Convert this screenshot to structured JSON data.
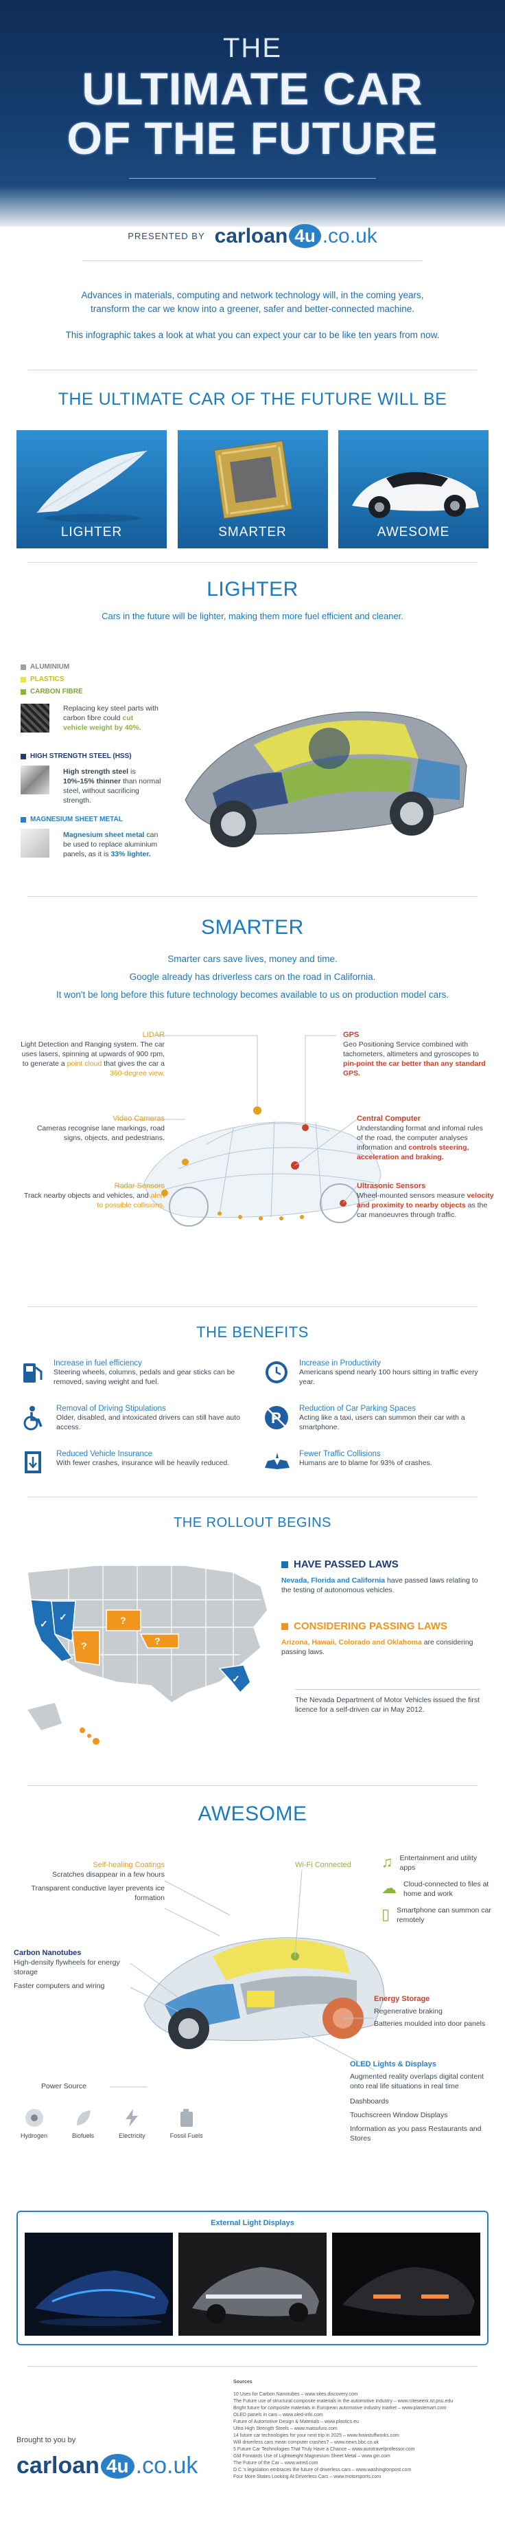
{
  "header": {
    "title_line1": "THE",
    "title_line2": "ULTIMATE CAR",
    "title_line3": "OF THE FUTURE",
    "presented_by": "PRESENTED BY",
    "logo": {
      "part1": "carloan",
      "part2": "4u",
      "part3": ".co.uk"
    }
  },
  "intro": {
    "p1": "Advances in materials, computing and network technology will, in the coming years, transform the car we know into a greener, safer and better-connected machine.",
    "p2": "This infographic takes a look at what you can expect your car to be like ten years from now."
  },
  "will_be": {
    "title": "THE ULTIMATE CAR OF THE FUTURE WILL BE",
    "tiles": [
      "LIGHTER",
      "SMARTER",
      "AWESOME"
    ]
  },
  "lighter": {
    "title": "LIGHTER",
    "subtitle": "Cars in the future will be lighter, making them more fuel efficient and cleaner.",
    "legend": [
      {
        "label": "ALUMINIUM",
        "color": "#9aa3ab"
      },
      {
        "label": "PLASTICS",
        "color": "#e8e34a"
      },
      {
        "label": "CARBON FIBRE",
        "color": "#8bb63a"
      }
    ],
    "carbon_text_a": "Replacing key steel parts with carbon fibre could ",
    "carbon_text_b": "cut vehicle weight by 40%.",
    "hss_title": "HIGH STRENGTH STEEL (HSS)",
    "hss_a": "High strength steel",
    "hss_b": " is ",
    "hss_c": "10%-15% thinner",
    "hss_d": " than normal steel, without sacrificing strength.",
    "mag_title": "MAGNESIUM SHEET METAL",
    "mag_a": "Magnesium sheet metal",
    "mag_b": " can be used to replace aluminium panels, as it is ",
    "mag_c": "33% lighter."
  },
  "smarter": {
    "title": "SMARTER",
    "line1": "Smarter cars save lives, money and time.",
    "line2": "Google already has driverless cars on the road in California.",
    "line3": "It won't be long before this future technology becomes available to us on production model cars.",
    "lidar_title": "LIDAR",
    "lidar_a": "Light Detection and Ranging system. The car uses lasers, spinning at upwards of 900 rpm, to generate a ",
    "lidar_b": "point cloud",
    "lidar_c": " that gives the car a ",
    "lidar_d": "360-degree view.",
    "video_title": "Video Cameras",
    "video_text": "Cameras recognise lane markings, road signs, objects, and pedestrians.",
    "radar_title": "Radar Sensors",
    "radar_a": "Track nearby objects and vehicles, and ",
    "radar_b": "alert to possible collisions.",
    "gps_title": "GPS",
    "gps_a": "Geo Positioning Service combined with tachometers, altimeters and gyroscopes to ",
    "gps_b": "pin-point the car better than any standard GPS.",
    "computer_title": "Central Computer",
    "computer_a": "Understanding format and infomal rules of the road, the computer analyses information and ",
    "computer_b": "controls steering, acceleration and braking.",
    "ultra_title": "Ultrasonic Sensors",
    "ultra_a": "Wheel-mounted sensors measure ",
    "ultra_b": "velocity and proximity to nearby objects",
    "ultra_c": " as the car manoeuvres through traffic."
  },
  "benefits": {
    "title": "THE BENEFITS",
    "items": [
      {
        "icon": "fuel-pump-icon",
        "title": "Increase in fuel efficiency",
        "text": "Steering wheels, columns, pedals and gear sticks can be removed, saving weight and fuel."
      },
      {
        "icon": "clock-icon",
        "title": "Increase in Productivity",
        "text": "Americans spend nearly 100 hours sitting in traffic every year."
      },
      {
        "icon": "wheelchair-icon",
        "title": "Removal of Driving Stipulations",
        "text": "Older, disabled, and intoxicated drivers can still have auto access."
      },
      {
        "icon": "parking-icon",
        "title": "Reduction of Car Parking Spaces",
        "text": "Acting like a taxi, users can summon their car with a smartphone."
      },
      {
        "icon": "insurance-icon",
        "title": "Reduced Vehicle Insurance",
        "text": "With fewer crashes, insurance will be heavily reduced."
      },
      {
        "icon": "collision-icon",
        "title": "Fewer Traffic Collisions",
        "text": "Humans are to blame for 93% of crashes."
      }
    ]
  },
  "rollout": {
    "title": "THE ROLLOUT BEGINS",
    "passed_title": "HAVE PASSED LAWS",
    "passed_states": "Nevada, Florida and California",
    "passed_text": " have passed laws relating to the testing of autonomous vehicles.",
    "considering_title": "CONSIDERING PASSING LAWS",
    "considering_states": "Arizona, Hawaii, Colorado and Oklahoma",
    "considering_text": " are considering passing laws.",
    "license_text": "The Nevada Department of Motor Vehicles issued the first licence for a self-driven car in May 2012.",
    "passed_color": "#1e6fb5",
    "considering_color": "#f0951e"
  },
  "awesome": {
    "title": "AWESOME",
    "healing_title": "Self-healing Coatings",
    "healing_1": "Scratches disappear in a few hours",
    "healing_2": "Transparent conductive layer prevents ice formation",
    "nanotubes_title": "Carbon Nanotubes",
    "nanotubes_1": "High-density flywheels for energy storage",
    "nanotubes_2": "Faster computers and wiring",
    "power_title": "Power Source",
    "wifi_title": "Wi-Fi Connected",
    "wifi_1": "Entertainment and utility apps",
    "wifi_2": "Cloud-connected to files at home and work",
    "wifi_3": "Smartphone can summon car remotely",
    "energy_title": "Energy Storage",
    "energy_1": "Regenerative braking",
    "energy_2": "Batteries moulded into door panels",
    "oled_title": "OLED Lights & Displays",
    "oled_text": "Augmented reality overlaps digital content onto real life situations in real time",
    "oled_1": "Dashboards",
    "oled_2": "Touchscreen Window Displays",
    "oled_3": "Information as you pass Restaurants and Stores",
    "fuels": [
      "Hydrogen",
      "Biofuels",
      "Electricity",
      "Fossil Fuels"
    ],
    "ext_title": "External Light Displays"
  },
  "footer": {
    "brought": "Brought to you by",
    "sources_title": "Sources",
    "sources": [
      "10 Uses for Carbon Nanotubes – www.sites.discovery.com",
      "The Future use of structural composite materials in the automotive industry – www.citeseerx.ist.psu.edu",
      "Bright future for composite materials in European automotive industry market – www.plastemart.com",
      "OLED panels in cars – www.oled-info.com",
      "Future of Automotive Design & Materials – www.plastics.eu",
      "Ultra High Strength Steels – www.matsufuro.com",
      "14 future car technologies for your next trip in 2025 – www.howstuffworks.com",
      "Will driverless cars mean computer crashes? – www.news.bbc.co.uk",
      "5 Future Car Technologies That Truly Have a Chance – www.autotravelprofessor.com",
      "GM Forwards Use of Lightweight Magnesium Sheet Metal – www.gm.com",
      "The Future of the Car – www.wired.com",
      "D.C.'s legislation embraces the future of driverless cars – www.washingtonpost.com",
      "Four More States Looking At Driverless Cars – www.motorsports.com"
    ]
  }
}
